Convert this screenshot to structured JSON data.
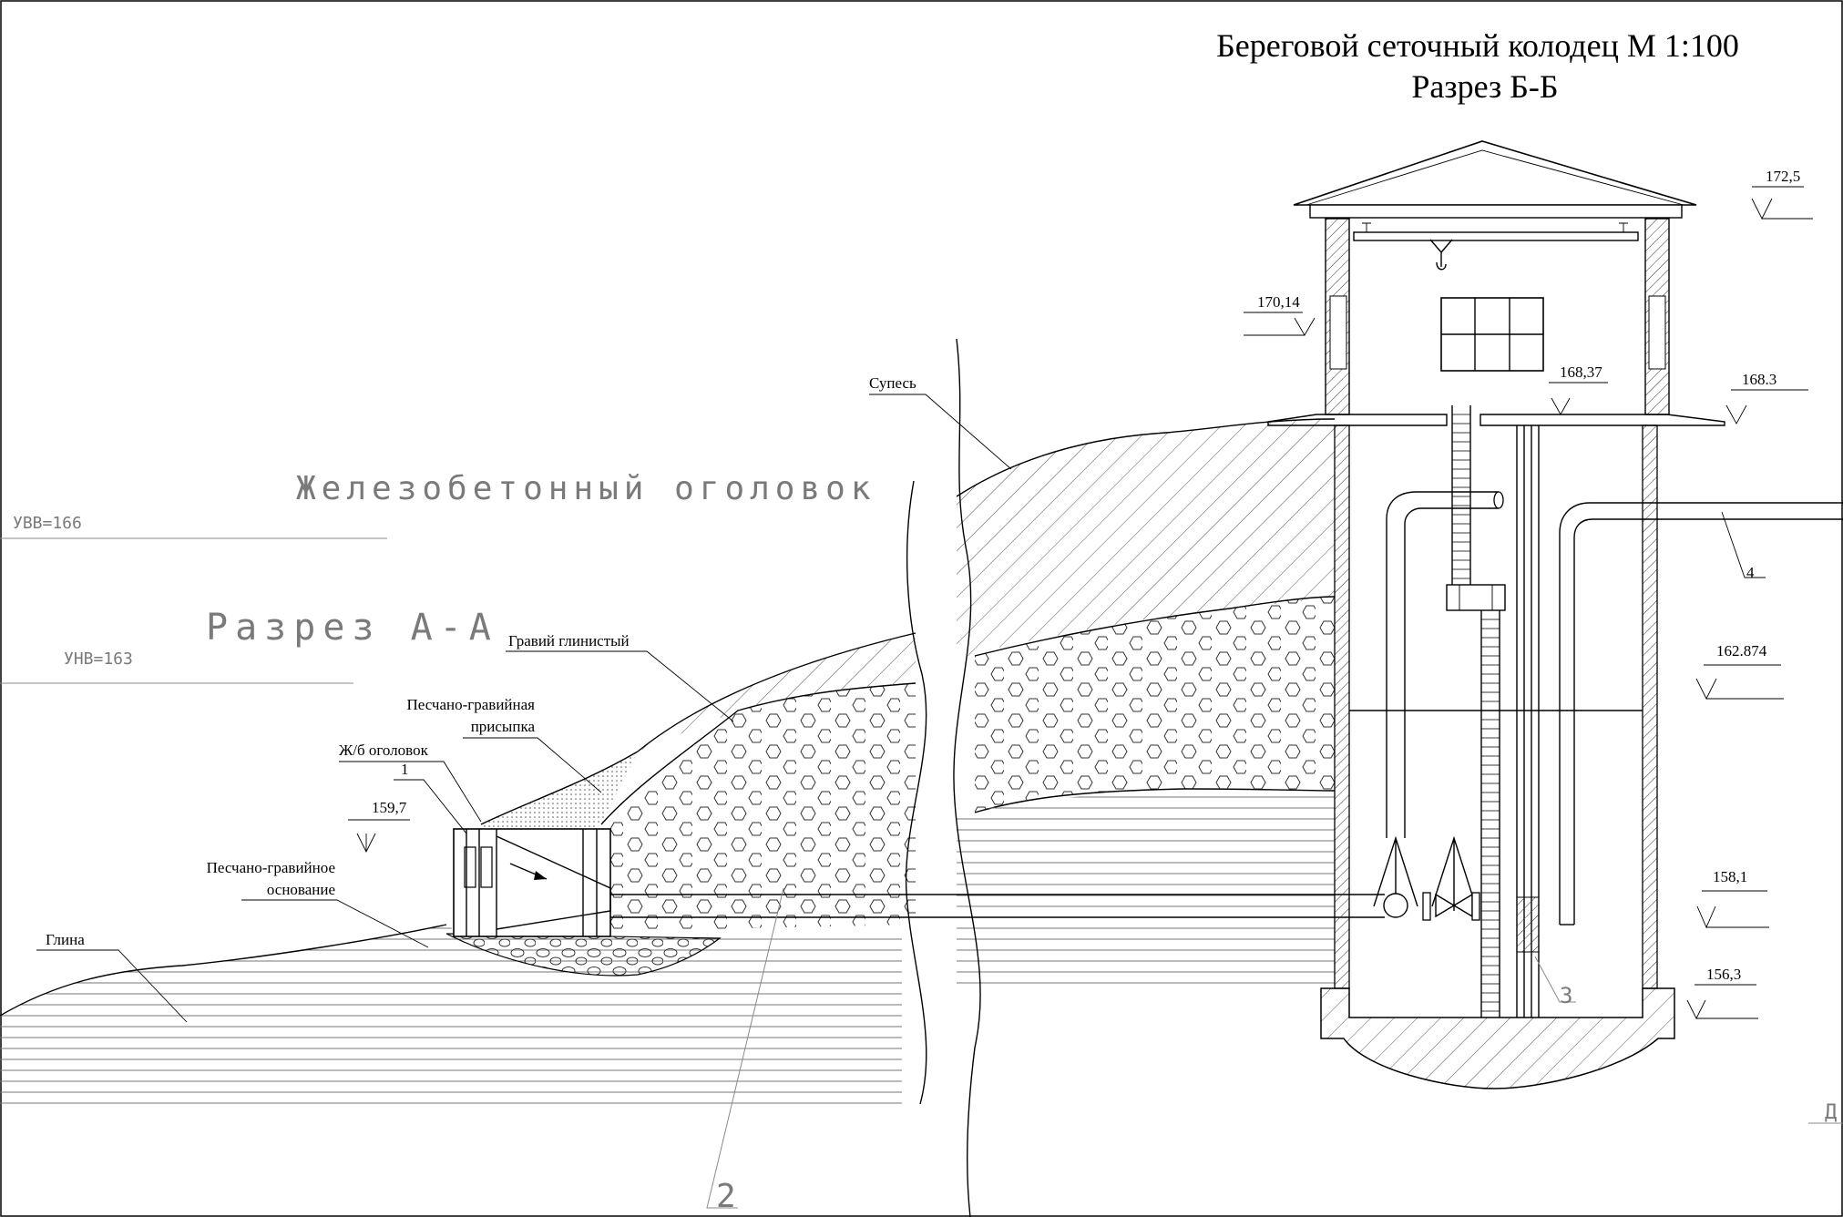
{
  "title": {
    "line1": "Береговой сеточный колодец М 1:100",
    "line2": "Разрез Б-Б"
  },
  "section_labels": {
    "head": "Железобетонный оголовок",
    "section_aa": "Разрез А-А",
    "uvv": "УВВ=166",
    "unv": "УНВ=163"
  },
  "soil_labels": {
    "supes": "Супесь",
    "gravel_clay": "Гравий глинистый",
    "sand_gravel_fill_1": "Песчано-гравийная",
    "sand_gravel_fill_2": "присыпка",
    "rc_head": "Ж/б оголовок",
    "base_1": "Песчано-гравийное",
    "base_2": "основание",
    "clay": "Глина"
  },
  "callouts": {
    "n1": "1",
    "n2": "2",
    "n3": "3",
    "n4": "4",
    "corner_fragment": "Д"
  },
  "elevations": {
    "e172_5": "172,5",
    "e170_14": "170,14",
    "e168_37": "168,37",
    "e168_3": "168.3",
    "e162_874": "162.874",
    "e159_7": "159,7",
    "e158_1": "158,1",
    "e156_3": "156,3"
  }
}
